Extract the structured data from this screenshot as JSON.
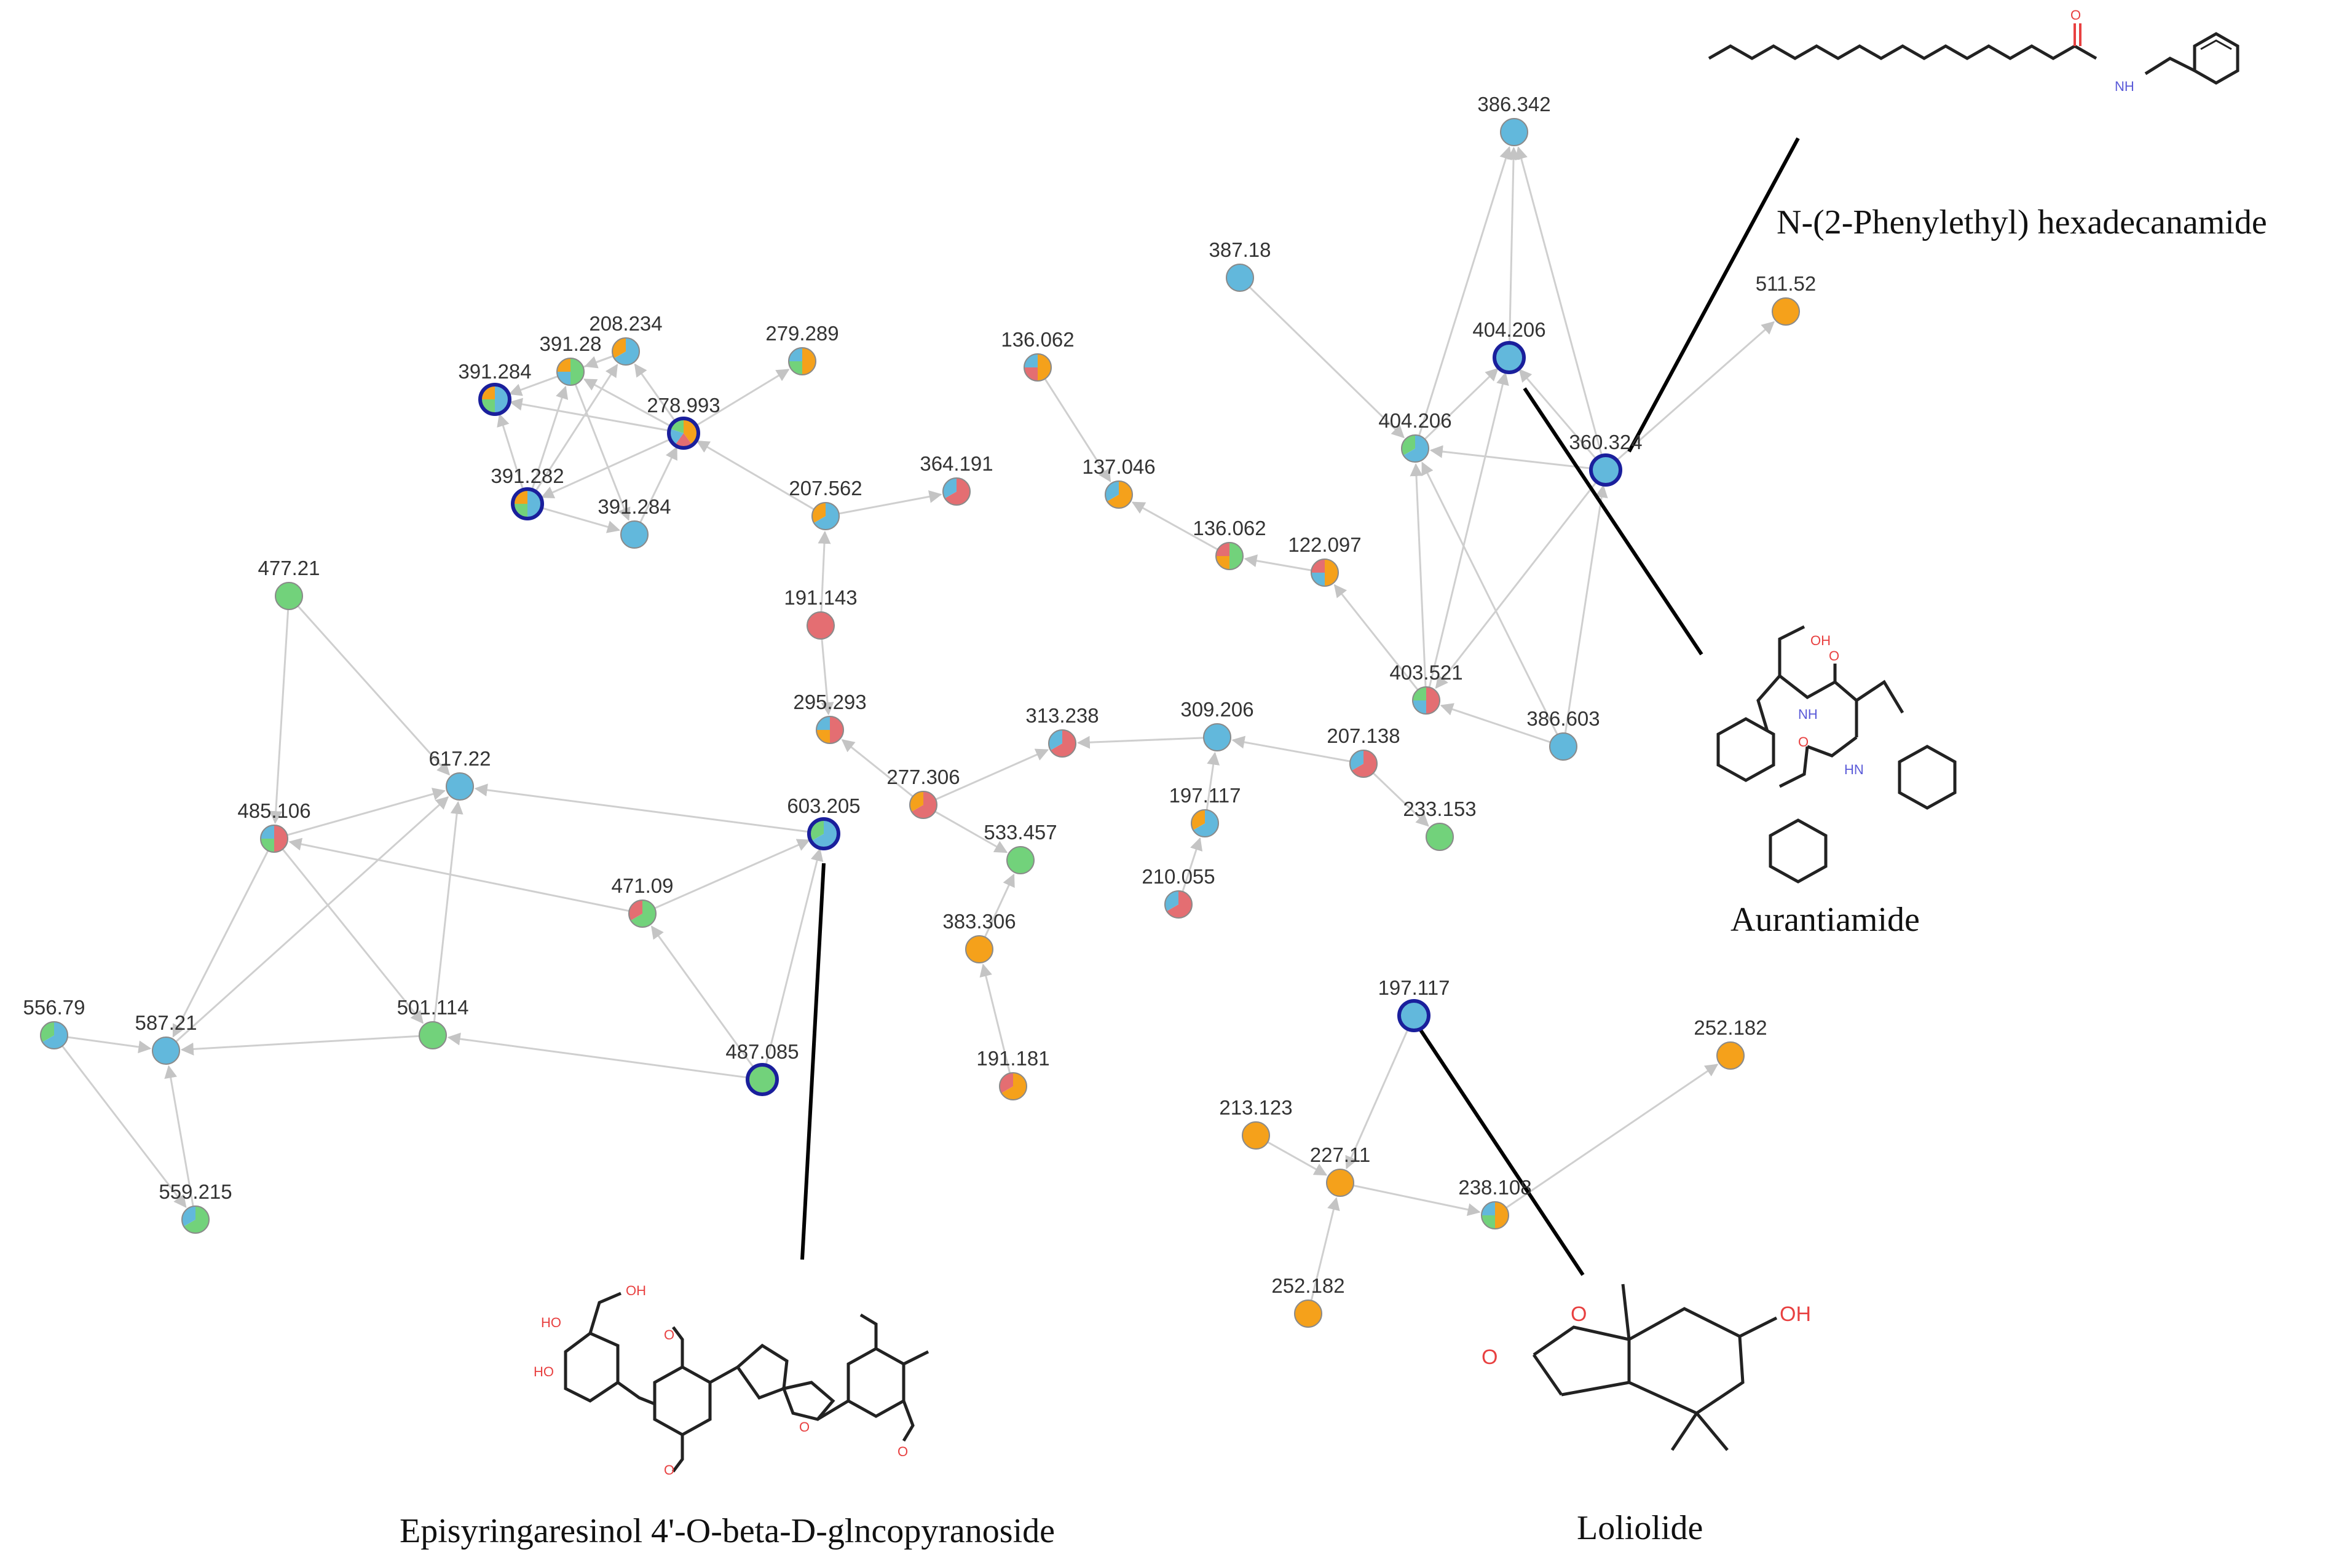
{
  "colors": {
    "blue": "#62b8dc",
    "green": "#72d27b",
    "orange": "#f5a11b",
    "red": "#e46e72",
    "edge": "#cfcfcf",
    "highlight_border": "#1a1f9c",
    "node_border": "#8a8a8a",
    "callout": "#000000"
  },
  "nodes": [
    {
      "id": "n391_284a",
      "label": "391.284",
      "colors": [
        "blue",
        "green",
        "orange"
      ],
      "highlight": true
    },
    {
      "id": "n391_28",
      "label": "391.28",
      "colors": [
        "green",
        "blue",
        "orange"
      ],
      "highlight": false
    },
    {
      "id": "n208_234",
      "label": "208.234",
      "colors": [
        "blue",
        "orange"
      ],
      "highlight": false
    },
    {
      "id": "n278_993",
      "label": "278.993",
      "colors": [
        "orange",
        "red",
        "blue",
        "green"
      ],
      "highlight": true
    },
    {
      "id": "n279_289",
      "label": "279.289",
      "colors": [
        "orange",
        "green",
        "blue"
      ],
      "highlight": false
    },
    {
      "id": "n391_282",
      "label": "391.282",
      "colors": [
        "blue",
        "green",
        "orange"
      ],
      "highlight": true
    },
    {
      "id": "n391_284b",
      "label": "391.284",
      "colors": [
        "blue"
      ],
      "highlight": false
    },
    {
      "id": "n136_062a",
      "label": "136.062",
      "colors": [
        "orange",
        "red",
        "blue"
      ],
      "highlight": false
    },
    {
      "id": "n207_562",
      "label": "207.562",
      "colors": [
        "blue",
        "orange"
      ],
      "highlight": false
    },
    {
      "id": "n364_191",
      "label": "364.191",
      "colors": [
        "red",
        "blue"
      ],
      "highlight": false
    },
    {
      "id": "n137_046",
      "label": "137.046",
      "colors": [
        "orange",
        "blue"
      ],
      "highlight": false
    },
    {
      "id": "n136_062b",
      "label": "136.062",
      "colors": [
        "green",
        "orange",
        "red"
      ],
      "highlight": false
    },
    {
      "id": "n122_097",
      "label": "122.097",
      "colors": [
        "orange",
        "blue",
        "red"
      ],
      "highlight": false
    },
    {
      "id": "n191_143",
      "label": "191.143",
      "colors": [
        "red"
      ],
      "highlight": false
    },
    {
      "id": "n295_293",
      "label": "295.293",
      "colors": [
        "red",
        "orange",
        "blue"
      ],
      "highlight": false
    },
    {
      "id": "n313_238",
      "label": "313.238",
      "colors": [
        "red",
        "blue"
      ],
      "highlight": false
    },
    {
      "id": "n309_206",
      "label": "309.206",
      "colors": [
        "blue"
      ],
      "highlight": false
    },
    {
      "id": "n207_138",
      "label": "207.138",
      "colors": [
        "red",
        "blue"
      ],
      "highlight": false
    },
    {
      "id": "n277_306",
      "label": "277.306",
      "colors": [
        "red",
        "orange"
      ],
      "highlight": false
    },
    {
      "id": "n197_117a",
      "label": "197.117",
      "colors": [
        "blue",
        "orange"
      ],
      "highlight": false
    },
    {
      "id": "n233_153",
      "label": "233.153",
      "colors": [
        "green"
      ],
      "highlight": false
    },
    {
      "id": "n533_457",
      "label": "533.457",
      "colors": [
        "green"
      ],
      "highlight": false
    },
    {
      "id": "n210_055",
      "label": "210.055",
      "colors": [
        "red",
        "blue"
      ],
      "highlight": false
    },
    {
      "id": "n383_306",
      "label": "383.306",
      "colors": [
        "orange"
      ],
      "highlight": false
    },
    {
      "id": "n191_181",
      "label": "191.181",
      "colors": [
        "orange",
        "red"
      ],
      "highlight": false
    },
    {
      "id": "n387_18",
      "label": "387.18",
      "colors": [
        "blue"
      ],
      "highlight": false
    },
    {
      "id": "n386_342",
      "label": "386.342",
      "colors": [
        "blue"
      ],
      "highlight": false
    },
    {
      "id": "n404_206a",
      "label": "404.206",
      "colors": [
        "blue"
      ],
      "highlight": true
    },
    {
      "id": "n511_52",
      "label": "511.52",
      "colors": [
        "orange"
      ],
      "highlight": false
    },
    {
      "id": "n404_206b",
      "label": "404.206",
      "colors": [
        "blue",
        "green"
      ],
      "highlight": false
    },
    {
      "id": "n360_324",
      "label": "360.324",
      "colors": [
        "blue"
      ],
      "highlight": true
    },
    {
      "id": "n403_521",
      "label": "403.521",
      "colors": [
        "red",
        "blue",
        "green"
      ],
      "highlight": false
    },
    {
      "id": "n386_603",
      "label": "386.603",
      "colors": [
        "blue"
      ],
      "highlight": false
    },
    {
      "id": "n477_21",
      "label": "477.21",
      "colors": [
        "green"
      ],
      "highlight": false
    },
    {
      "id": "n617_22",
      "label": "617.22",
      "colors": [
        "blue"
      ],
      "highlight": false
    },
    {
      "id": "n485_106",
      "label": "485.106",
      "colors": [
        "red",
        "green",
        "blue"
      ],
      "highlight": false
    },
    {
      "id": "n603_205",
      "label": "603.205",
      "colors": [
        "blue",
        "green"
      ],
      "highlight": true
    },
    {
      "id": "n471_09",
      "label": "471.09",
      "colors": [
        "green",
        "red"
      ],
      "highlight": false
    },
    {
      "id": "n556_79",
      "label": "556.79",
      "colors": [
        "blue",
        "green"
      ],
      "highlight": false
    },
    {
      "id": "n587_21",
      "label": "587.21",
      "colors": [
        "blue"
      ],
      "highlight": false
    },
    {
      "id": "n501_114",
      "label": "501.114",
      "colors": [
        "green"
      ],
      "highlight": false
    },
    {
      "id": "n487_085",
      "label": "487.085",
      "colors": [
        "green"
      ],
      "highlight": true
    },
    {
      "id": "n559_215",
      "label": "559.215",
      "colors": [
        "green",
        "blue"
      ],
      "highlight": false
    },
    {
      "id": "n197_117b",
      "label": "197.117",
      "colors": [
        "blue"
      ],
      "highlight": true
    },
    {
      "id": "n252_182a",
      "label": "252.182",
      "colors": [
        "orange"
      ],
      "highlight": false
    },
    {
      "id": "n213_123",
      "label": "213.123",
      "colors": [
        "orange"
      ],
      "highlight": false
    },
    {
      "id": "n227_11",
      "label": "227.11",
      "colors": [
        "orange"
      ],
      "highlight": false
    },
    {
      "id": "n238_108",
      "label": "238.108",
      "colors": [
        "orange",
        "green",
        "blue"
      ],
      "highlight": false
    },
    {
      "id": "n252_182b",
      "label": "252.182",
      "colors": [
        "orange"
      ],
      "highlight": false
    }
  ],
  "edges": [
    [
      "n278_993",
      "n391_284a"
    ],
    [
      "n278_993",
      "n391_28"
    ],
    [
      "n278_993",
      "n208_234"
    ],
    [
      "n278_993",
      "n391_282"
    ],
    [
      "n391_282",
      "n391_284a"
    ],
    [
      "n391_282",
      "n391_28"
    ],
    [
      "n391_282",
      "n208_234"
    ],
    [
      "n391_282",
      "n391_284b"
    ],
    [
      "n391_28",
      "n391_284b"
    ],
    [
      "n208_234",
      "n391_284a"
    ],
    [
      "n208_234",
      "n391_28"
    ],
    [
      "n391_284b",
      "n278_993"
    ],
    [
      "n207_562",
      "n278_993"
    ],
    [
      "n278_993",
      "n279_289"
    ],
    [
      "n207_562",
      "n364_191"
    ],
    [
      "n191_143",
      "n207_562"
    ],
    [
      "n191_143",
      "n295_293"
    ],
    [
      "n277_306",
      "n295_293"
    ],
    [
      "n277_306",
      "n313_238"
    ],
    [
      "n309_206",
      "n313_238"
    ],
    [
      "n207_138",
      "n309_206"
    ],
    [
      "n207_138",
      "n233_153"
    ],
    [
      "n277_306",
      "n533_457"
    ],
    [
      "n197_117a",
      "n309_206"
    ],
    [
      "n210_055",
      "n197_117a"
    ],
    [
      "n383_306",
      "n533_457"
    ],
    [
      "n191_181",
      "n383_306"
    ],
    [
      "n136_062a",
      "n137_046"
    ],
    [
      "n136_062b",
      "n137_046"
    ],
    [
      "n122_097",
      "n136_062b"
    ],
    [
      "n403_521",
      "n122_097"
    ],
    [
      "n387_18",
      "n404_206b"
    ],
    [
      "n404_206b",
      "n404_206a"
    ],
    [
      "n404_206b",
      "n386_342"
    ],
    [
      "n404_206a",
      "n386_342"
    ],
    [
      "n360_324",
      "n386_342"
    ],
    [
      "n360_324",
      "n404_206a"
    ],
    [
      "n360_324",
      "n404_206b"
    ],
    [
      "n360_324",
      "n511_52"
    ],
    [
      "n403_521",
      "n404_206a"
    ],
    [
      "n403_521",
      "n404_206b"
    ],
    [
      "n386_603",
      "n403_521"
    ],
    [
      "n386_603",
      "n404_206b"
    ],
    [
      "n386_603",
      "n360_324"
    ],
    [
      "n360_324",
      "n403_521"
    ],
    [
      "n477_21",
      "n617_22"
    ],
    [
      "n477_21",
      "n485_106"
    ],
    [
      "n603_205",
      "n617_22"
    ],
    [
      "n485_106",
      "n617_22"
    ],
    [
      "n471_09",
      "n485_106"
    ],
    [
      "n471_09",
      "n603_205"
    ],
    [
      "n487_085",
      "n603_205"
    ],
    [
      "n487_085",
      "n471_09"
    ],
    [
      "n487_085",
      "n501_114"
    ],
    [
      "n501_114",
      "n587_21"
    ],
    [
      "n501_114",
      "n617_22"
    ],
    [
      "n485_106",
      "n501_114"
    ],
    [
      "n485_106",
      "n587_21"
    ],
    [
      "n587_21",
      "n617_22"
    ],
    [
      "n556_79",
      "n587_21"
    ],
    [
      "n556_79",
      "n559_215"
    ],
    [
      "n559_215",
      "n587_21"
    ],
    [
      "n197_117b",
      "n227_11"
    ],
    [
      "n213_123",
      "n227_11"
    ],
    [
      "n227_11",
      "n238_108"
    ],
    [
      "n252_182b",
      "n227_11"
    ],
    [
      "n238_108",
      "n252_182a"
    ]
  ],
  "compounds": [
    {
      "id": "phenylethyl",
      "name": "N-(2-Phenylethyl) hexadecanamide",
      "atoms": [
        "O",
        "NH"
      ]
    },
    {
      "id": "aurantiamide",
      "name": "Aurantiamide",
      "atoms": [
        "OH",
        "O",
        "NH",
        "HN",
        "O"
      ]
    },
    {
      "id": "episyringaresinol",
      "name": "Episyringaresinol 4'-O-beta-D-glncopyranoside",
      "atoms": [
        "OH",
        "HO",
        "HO",
        "O",
        "O",
        "O",
        "O"
      ]
    },
    {
      "id": "loliolide",
      "name": "Loliolide",
      "atoms": [
        "O",
        "O",
        "OH"
      ]
    }
  ]
}
